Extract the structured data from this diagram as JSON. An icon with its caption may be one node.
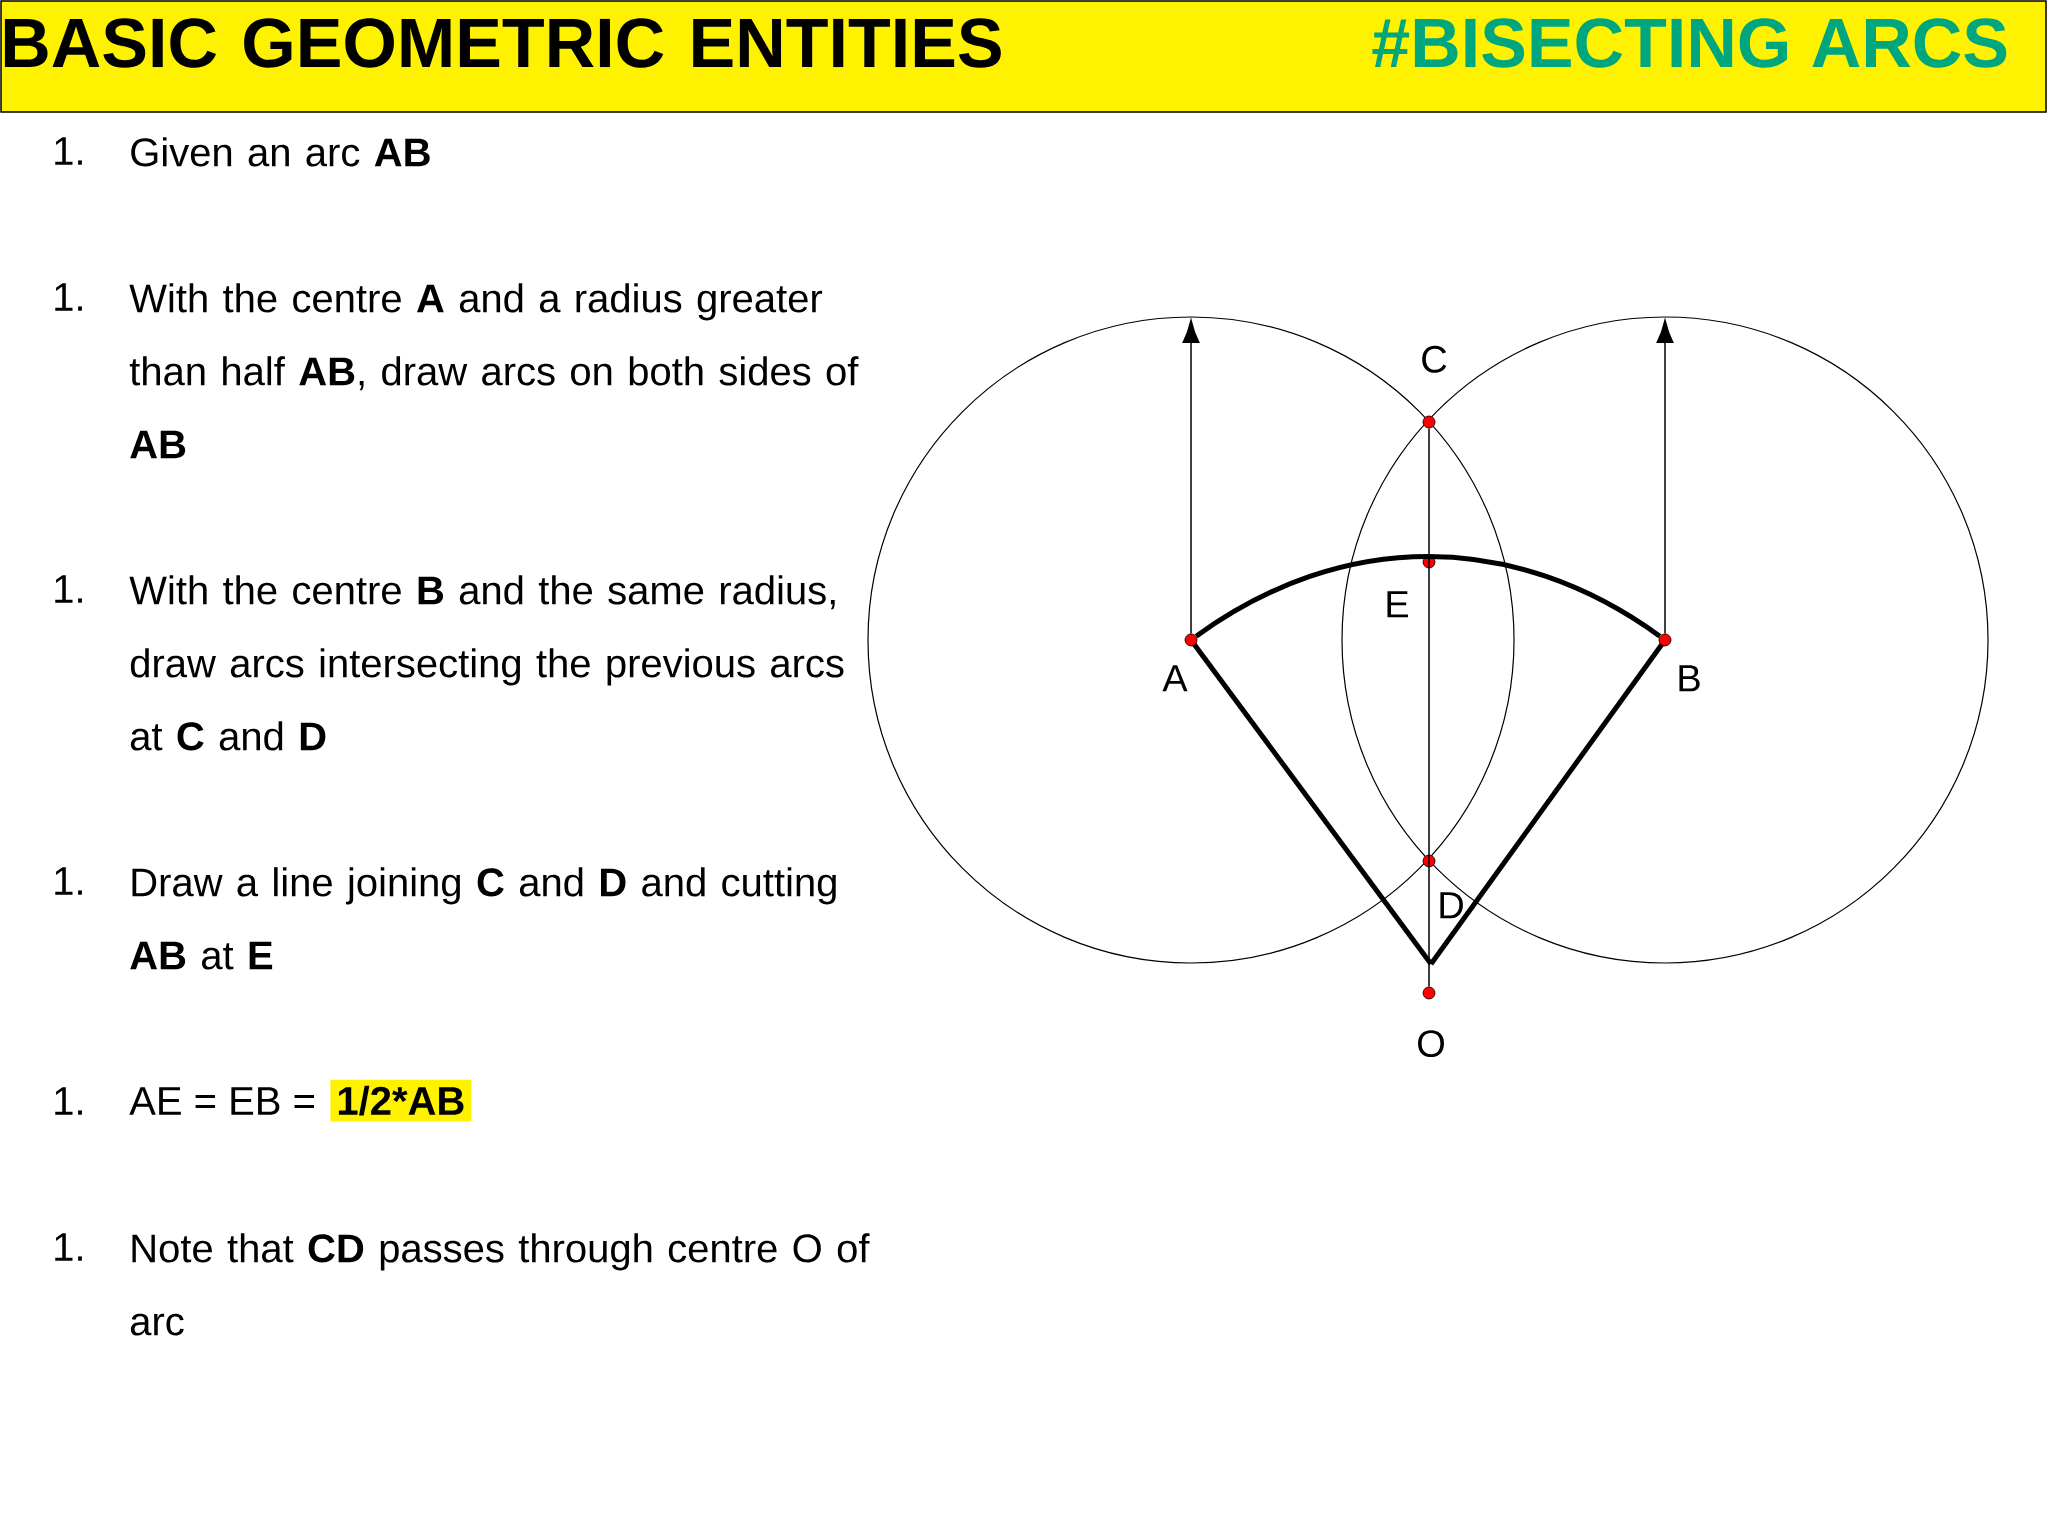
{
  "diagram": {
    "title": "BASIC GEOMETRIC ENTITIES",
    "nodes": [
      {
        "text": [],
        "shape": "circle",
        "beside": [
          "C"
        ]
      },
      {
        "text": [],
        "shape": "circle",
        "beside": [
          "E"
        ]
      },
      {
        "text": [],
        "shape": "circle",
        "beside": [
          "A"
        ]
      },
      {
        "text": [],
        "shape": "circle",
        "beside": [
          "B"
        ]
      },
      {
        "text": [],
        "shape": "circle",
        "beside": [
          "D"
        ]
      },
      {
        "text": [],
        "shape": "circle",
        "beside": [
          "O"
        ]
      }
    ],
    "edges": [
      {
        "from": 2,
        "to": null,
        "arrow": "to"
      },
      {
        "from": 3,
        "to": null,
        "arrow": "to"
      },
      {
        "from": 0,
        "to": 5,
        "arrow": "none"
      },
      {
        "from": 2,
        "to": 3,
        "arrow": "none",
        "style": "thick"
      }
    ],
    "labels": [
      "#BISECTING ARCS",
      "1.",
      "Given an arc **AB**",
      "1.",
      "With the centre **A** and a radius greater than half **AB**, draw arcs on both sides of **AB**",
      "1.",
      "With the centre **B** and the same radius, draw arcs intersecting the previous arcs at **C** and **D**",
      "1.",
      "Draw a line joining **C** and **D** and cutting **AB** at **E**",
      "1.",
      "AE = EB =",
      "1/2*AB",
      "1.",
      "Note that **CD** passes through centre O of arc"
    ]
  }
}
